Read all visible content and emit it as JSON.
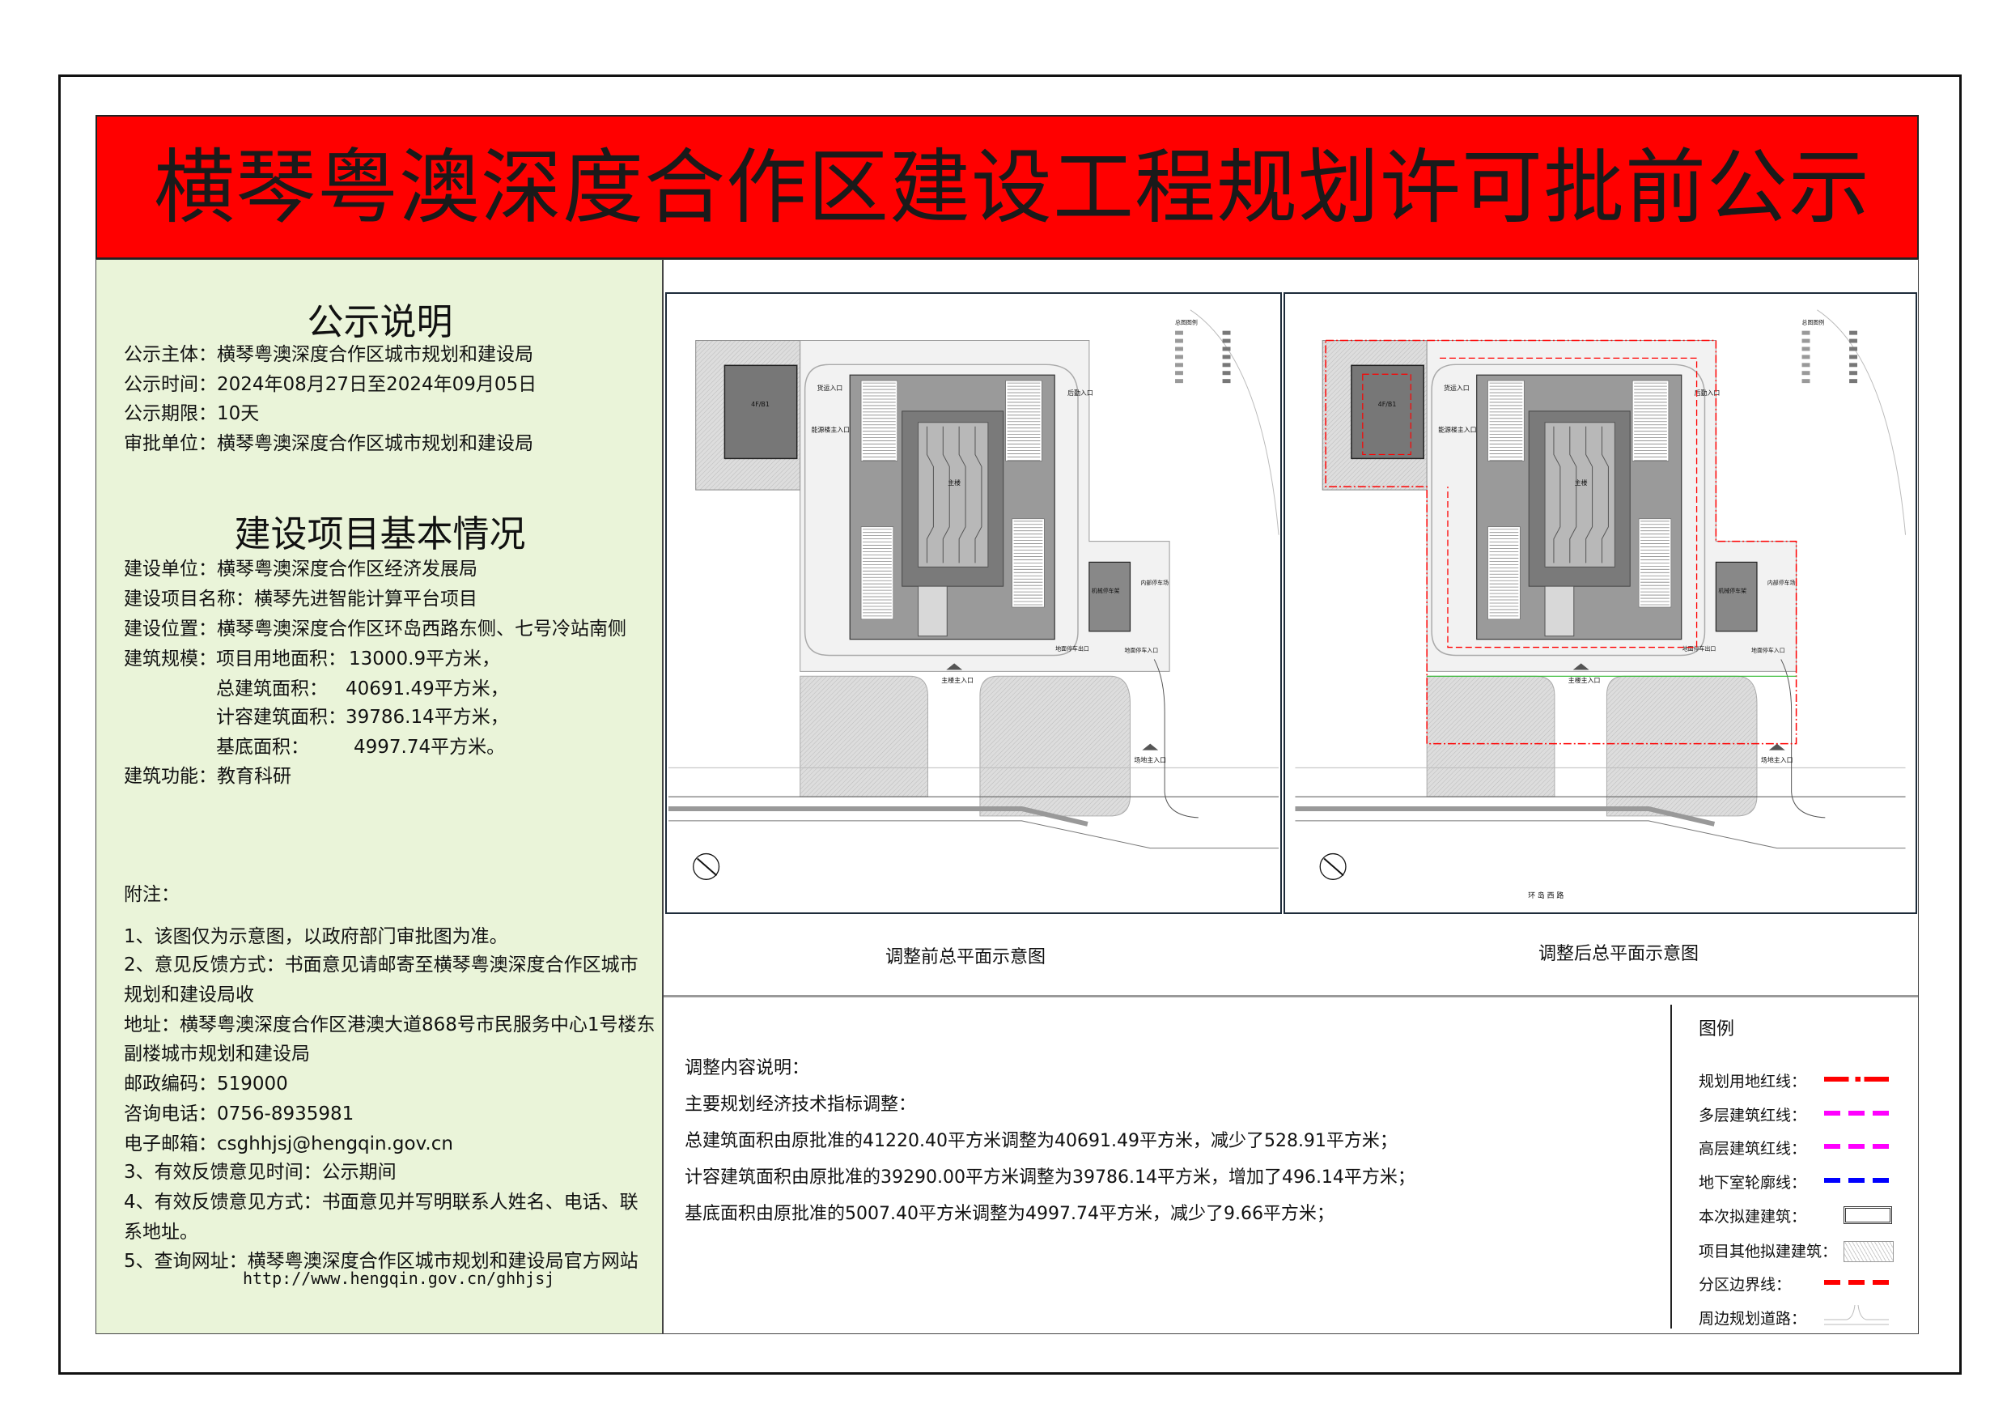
{
  "header": {
    "title": "横琴粤澳深度合作区建设工程规划许可批前公示",
    "bg_color": "#ff0000"
  },
  "notice": {
    "heading": "公示说明",
    "lines": [
      "公示主体：横琴粤澳深度合作区城市规划和建设局",
      "公示时间：2024年08月27日至2024年09月05日",
      "公示期限：10天",
      "审批单位：横琴粤澳深度合作区城市规划和建设局"
    ]
  },
  "project": {
    "heading": "建设项目基本情况",
    "unit": "建设单位：横琴粤澳深度合作区经济发展局",
    "name": "建设项目名称：横琴先进智能计算平台项目",
    "location": "建设位置：横琴粤澳深度合作区环岛西路东侧、七号冷站南侧",
    "scale_label": "建筑规模：",
    "scale": [
      {
        "label": "项目用地面积：",
        "value": "13000.9平方米，"
      },
      {
        "label": "总建筑面积：",
        "value": "40691.49平方米，"
      },
      {
        "label": "计容建筑面积：",
        "value": "39786.14平方米，"
      },
      {
        "label": "基底面积：",
        "value": "4997.74平方米。"
      }
    ],
    "function": "建筑功能：教育科研"
  },
  "notes": {
    "heading": "附注：",
    "lines": [
      "1、该图仅为示意图，以政府部门审批图为准。",
      "2、意见反馈方式：书面意见请邮寄至横琴粤澳深度合作区城市",
      "规划和建设局收",
      "地址：横琴粤澳深度合作区港澳大道868号市民服务中心1号楼东",
      "副楼城市规划和建设局",
      "邮政编码：519000",
      "咨询电话：0756-8935981",
      "电子邮箱：csghhjsj@hengqin.gov.cn",
      "3、有效反馈意见时间：公示期间",
      "4、有效反馈意见方式：书面意见并写明联系人姓名、电话、联",
      "系地址。",
      "5、查询网址：横琴粤澳深度合作区城市规划和建设局官方网站"
    ],
    "url": "http://www.hengqin.gov.cn/ghhjsj"
  },
  "drawings": {
    "before_caption": "调整前总平面示意图",
    "after_caption": "调整后总平面示意图",
    "labels": {
      "small_building": "4F/B1",
      "main_building": "主楼",
      "parking_building": "机械停车架",
      "main_entrance": "主楼主入口",
      "freight_entrance": "货运入口",
      "energy_entrance": "能源楼主入口",
      "logistics_entrance": "后勤入口",
      "internal_parking": "内部停车场",
      "parking_exit": "地面停车出口",
      "parking_entry": "地面停车入口",
      "site_entrance": "场地主入口",
      "plan_legend": "总图图例",
      "road_name": "环 岛 西 路"
    }
  },
  "adjustment": {
    "heading": "调整内容说明：",
    "subheading": "主要规划经济技术指标调整：",
    "lines": [
      "总建筑面积由原批准的41220.40平方米调整为40691.49平方米，减少了528.91平方米；",
      "计容建筑面积由原批准的39290.00平方米调整为39786.14平方米，增加了496.14平方米；",
      "基底面积由原批准的5007.40平方米调整为4997.74平方米，减少了9.66平方米；"
    ]
  },
  "legend": {
    "title": "图例",
    "items": [
      {
        "label": "规划用地红线：",
        "style": "dash-dot",
        "color": "#ff0000"
      },
      {
        "label": "多层建筑红线：",
        "style": "dashed",
        "color": "#ff00ff"
      },
      {
        "label": "高层建筑红线：",
        "style": "dashed",
        "color": "#ff00ff"
      },
      {
        "label": "地下室轮廓线：",
        "style": "dashed",
        "color": "#0000ff"
      },
      {
        "label": "本次拟建建筑：",
        "style": "box",
        "color": "#333333"
      },
      {
        "label": "项目其他拟建建筑：",
        "style": "hatched-box",
        "color": "#999999"
      },
      {
        "label": "分区边界线：",
        "style": "dashed",
        "color": "#ff0000"
      },
      {
        "label": "周边规划道路：",
        "style": "road",
        "color": "#bbbbbb"
      }
    ]
  }
}
